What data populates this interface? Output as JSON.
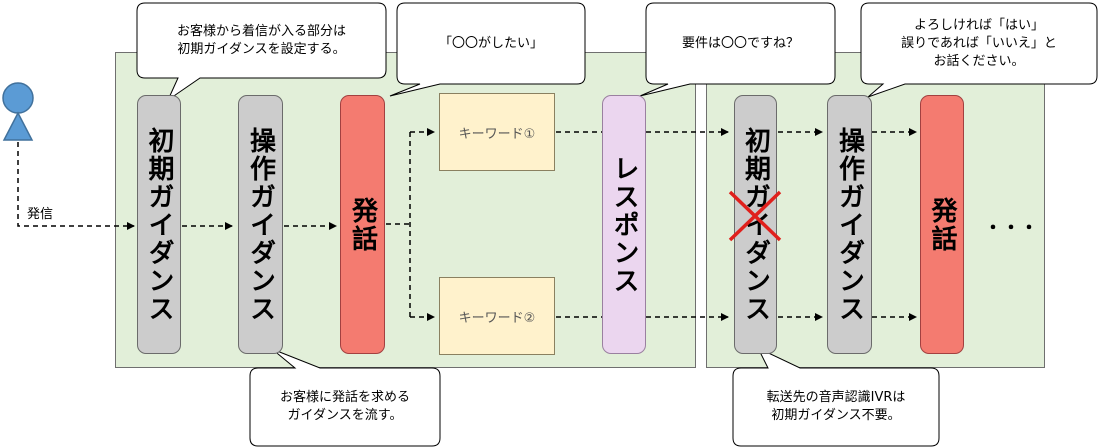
{
  "caller_label": "発信",
  "left_flow": {
    "initial_guidance": "初期ガイダンス",
    "operation_guidance": "操作ガイダンス",
    "utterance": "発話",
    "keyword1": "キーワード①",
    "keyword2": "キーワード②",
    "response": "レスポンス"
  },
  "right_flow": {
    "initial_guidance": "初期ガイダンス",
    "operation_guidance": "操作ガイダンス",
    "utterance": "発話",
    "ellipsis": "・・・"
  },
  "callouts": {
    "initial_guidance_note": "お客様から着信が入る部分は\n初期ガイダンスを設定する。",
    "want_to_do": "「〇〇がしたい」",
    "confirm": "要件は〇〇ですね？",
    "yes_no": "よろしければ「はい」\n誤りであれば「いいえ」と\nお話ください。",
    "prompt_utterance": "お客様に発話を求める\nガイダンスを流す。",
    "transfer_note": "転送先の音声認識IVRは\n初期ガイダンス不要。"
  },
  "colors": {
    "panel": "#e2efd9",
    "gray_box": "#cccccc",
    "red_box": "#f47b70",
    "pink_box": "#ebd6ef",
    "yellow_box": "#fff2cc",
    "person": "#5b9bd5",
    "cross": "#e0201c"
  }
}
